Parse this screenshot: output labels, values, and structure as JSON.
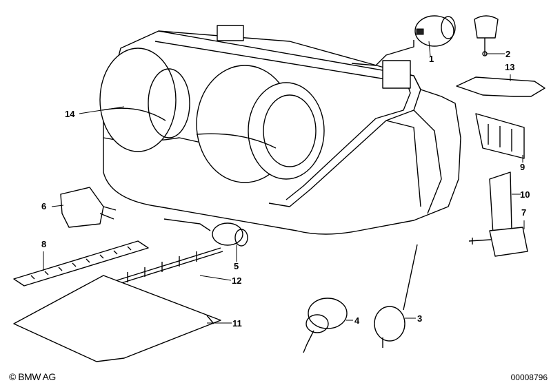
{
  "diagram": {
    "callouts": {
      "c1": "1",
      "c2": "2",
      "c3": "3",
      "c4": "4",
      "c5": "5",
      "c6": "6",
      "c7": "7",
      "c8": "8",
      "c9": "9",
      "c10": "10",
      "c11": "11",
      "c12": "12",
      "c13": "13",
      "c14": "14"
    },
    "copyright": "© BMW AG",
    "image_code": "00008796"
  }
}
